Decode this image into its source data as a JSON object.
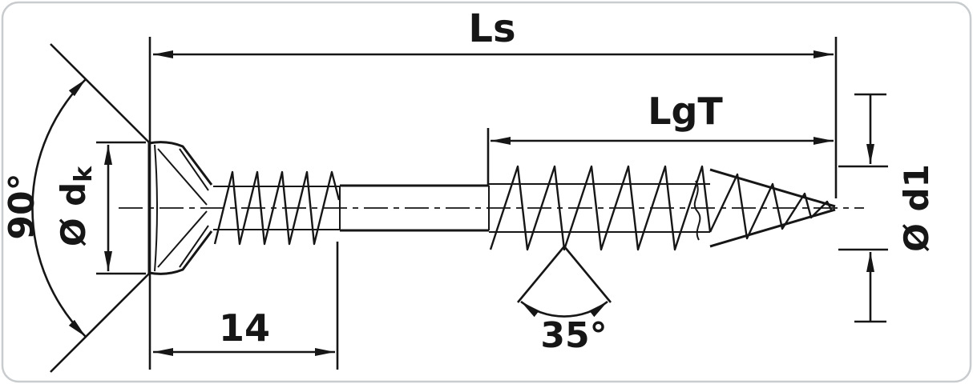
{
  "diagram": {
    "type": "technical-drawing",
    "labels": {
      "total_length": "Ls",
      "thread_length": "LgT",
      "head_angle": "90°",
      "head_diameter_prefix": "Ø d",
      "head_diameter_sub": "k",
      "underhead_thread_length": "14",
      "thread_flank_angle": "35°",
      "outer_thread_diameter": "Ø d1"
    },
    "colors": {
      "line": "#161616",
      "border": "#c9ccce",
      "background": "#ffffff"
    }
  }
}
